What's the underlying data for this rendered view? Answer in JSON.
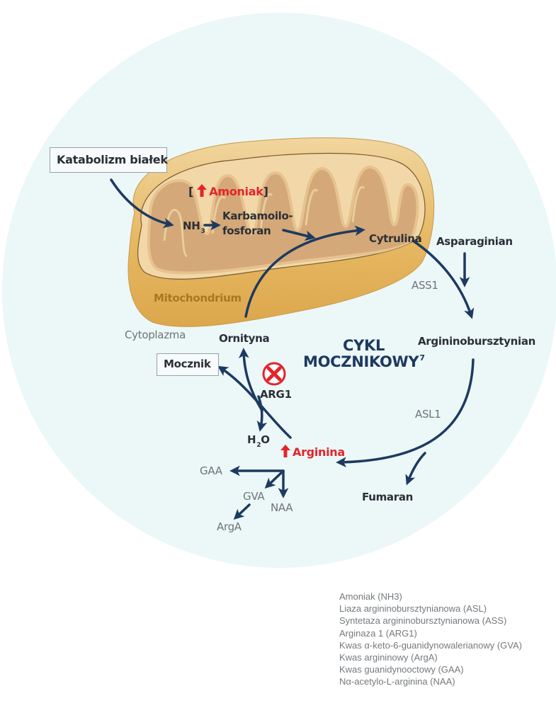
{
  "colors": {
    "background_circle": "#ecf7f8",
    "mito_outer": "#e2b25c",
    "mito_inner_light": "#f0d3a0",
    "mito_matrix": "#d2a775",
    "arrow_navy": "#1d3a60",
    "highlight_red": "#e3242b",
    "label_dark": "#2b2f36",
    "label_grey": "#6e7378",
    "mito_label": "#a8791f"
  },
  "diagram": {
    "source_box": "Katabolizm białek",
    "ammonia_bracket_open": "[",
    "ammonia_label": "Amoniak",
    "ammonia_bracket_close": "]",
    "ammonia_trend_icon": "up-arrow-icon",
    "nh3": {
      "base": "NH",
      "sub": "3"
    },
    "carbamoyl_line1": "Karbamoilo-",
    "carbamoyl_line2": "fosforan",
    "citrulline": "Cytrulina",
    "aspartate": "Asparaginian",
    "ass1": "ASS1",
    "argininosuccinate": "Argininobursztynian",
    "asl1": "ASL1",
    "fumarate": "Fumaran",
    "arginine": "Arginina",
    "arginine_trend_icon": "up-arrow-icon",
    "water": {
      "base": "H",
      "sub": "2",
      "rest": "O"
    },
    "arg1": "ARG1",
    "arg1_status_icon": "blocked-x-icon",
    "urea_box": "Mocznik",
    "ornithine": "Ornityna",
    "mitochondrion": "Mitochondrium",
    "cytoplasm": "Cytoplazma",
    "cycle_title_line1": "CYKL",
    "cycle_title_line2": "MOCZNIKOWY",
    "cycle_title_ref": "7",
    "gaa": "GAA",
    "gva": "GVA",
    "naa": "NAA",
    "arga": "ArgA"
  },
  "legend": [
    "Amoniak (NH3)",
    "Liaza argininobursztynianowa (ASL)",
    "Syntetaza argininobursztynianowa (ASS)",
    "Arginaza 1 (ARG1)",
    "Kwas α-keto-6-guanidynowalerianowy (GVA)",
    "Kwas argininowy (ArgA)",
    "Kwas guanidynooctowy (GAA)",
    "Nα-acetylo-L-arginina (NAA)"
  ]
}
